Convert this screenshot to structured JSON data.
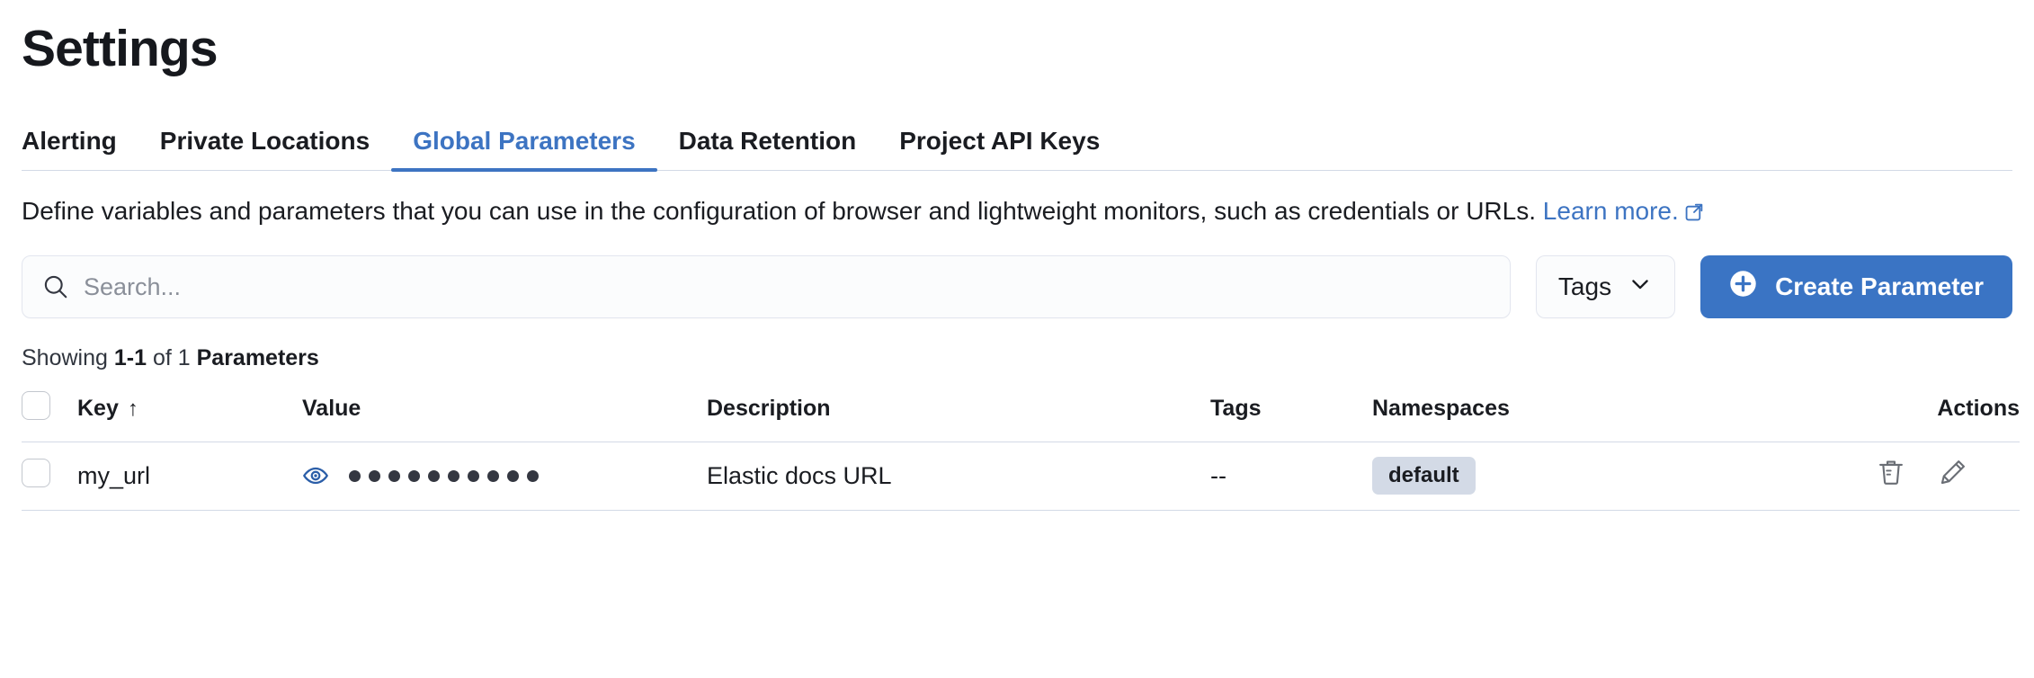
{
  "page_title": "Settings",
  "tabs": [
    {
      "label": "Alerting",
      "active": false
    },
    {
      "label": "Private Locations",
      "active": false
    },
    {
      "label": "Global Parameters",
      "active": true
    },
    {
      "label": "Data Retention",
      "active": false
    },
    {
      "label": "Project API Keys",
      "active": false
    }
  ],
  "description": {
    "text": "Define variables and parameters that you can use in the configuration of browser and lightweight monitors, such as credentials or URLs.",
    "link_text": "Learn more.",
    "link_icon": "external-link-icon"
  },
  "controls": {
    "search_placeholder": "Search...",
    "search_value": "",
    "search_icon": "search-icon",
    "tags_label": "Tags",
    "tags_icon": "chevron-down-icon",
    "create_label": "Create Parameter",
    "create_icon": "plus-in-circle-icon"
  },
  "showing": {
    "prefix": "Showing",
    "range": "1-1",
    "middle": "of 1",
    "suffix": "Parameters"
  },
  "table": {
    "columns": [
      {
        "key": "select",
        "label": ""
      },
      {
        "key": "key",
        "label": "Key",
        "sort": "↑"
      },
      {
        "key": "value",
        "label": "Value"
      },
      {
        "key": "description",
        "label": "Description"
      },
      {
        "key": "tags",
        "label": "Tags"
      },
      {
        "key": "namespaces",
        "label": "Namespaces"
      },
      {
        "key": "actions",
        "label": "Actions"
      }
    ],
    "rows": [
      {
        "selected": false,
        "key": "my_url",
        "value_masked_dots": 10,
        "value_toggle_icon": "eye-icon",
        "description": "Elastic docs URL",
        "tags": "--",
        "namespaces": "default",
        "actions": [
          "trash-icon",
          "pencil-icon"
        ]
      }
    ]
  },
  "colors": {
    "accent": "#3a74c4",
    "link": "#3d74c2",
    "text": "#1a1c21",
    "border": "#d3dae6",
    "badge_bg": "#d3dae6",
    "muted": "#8a8f99"
  }
}
